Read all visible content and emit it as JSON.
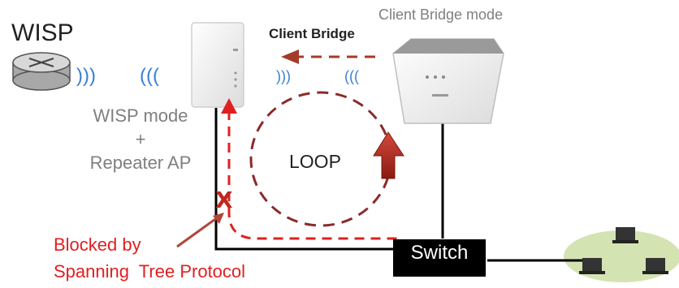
{
  "labels": {
    "wisp": "WISP",
    "client_bridge_mode": "Client Bridge mode",
    "client_bridge": "Client Bridge",
    "wisp_mode_lines": [
      "WISP mode",
      "+",
      "Repeater AP"
    ],
    "loop": "LOOP",
    "blocked_lines": [
      "Blocked by",
      "Spanning  Tree Protocol"
    ],
    "switch": "Switch",
    "block_mark": "X",
    "wifi_right": ")))",
    "wifi_left": "((("
  },
  "colors": {
    "blocked_path": "#e02020",
    "loop_path": "#8b2a2a",
    "wifi": "#3a7fd5",
    "switch_bg": "#000000",
    "network_cloud": "#d4e3b2"
  },
  "icons": {
    "router": "router-icon",
    "repeater_device": "wireless-repeater-icon",
    "bridge_device": "client-bridge-device-icon",
    "laptop": "laptop-icon"
  }
}
